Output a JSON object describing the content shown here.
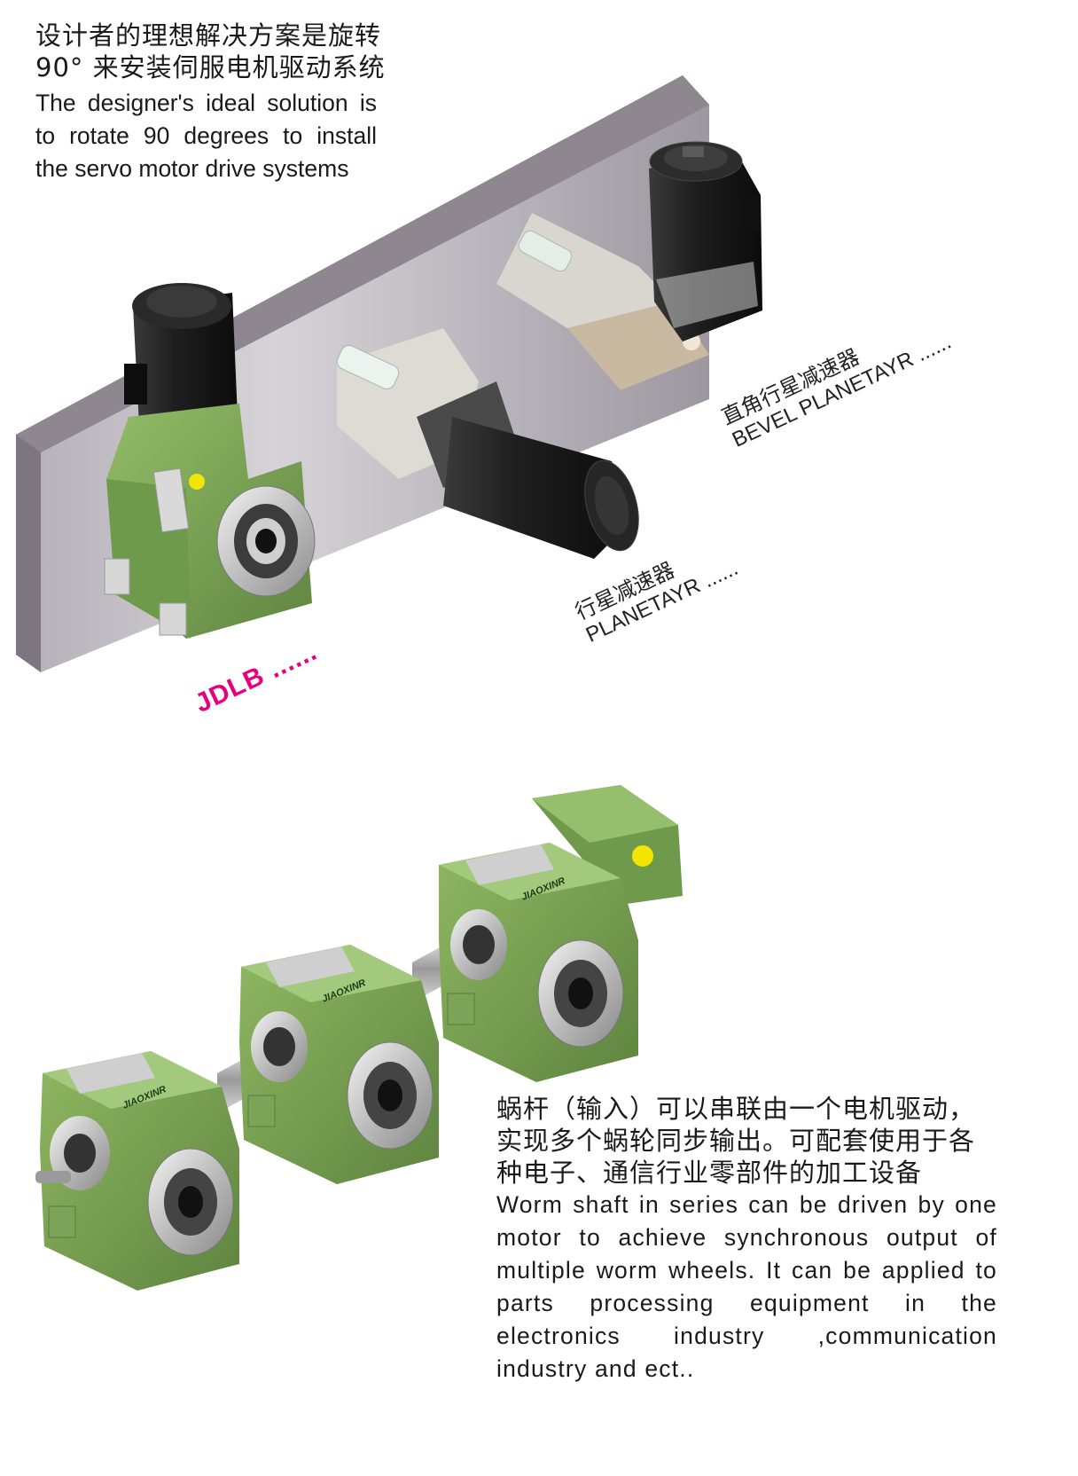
{
  "top": {
    "zh_lines": [
      "设计者的理想解决方案是旋转",
      "90° 来安装伺服电机驱动系统"
    ],
    "en_text": "The designer's ideal solution is to rotate 90 degrees to install the servo motor drive systems"
  },
  "labels": {
    "bevel": {
      "zh": "直角行星减速器",
      "en": "BEVEL PLANETAYR ......"
    },
    "planet": {
      "zh": "行星减速器",
      "en": "PLANETAYR ......"
    },
    "jdlb": "JDLB ......"
  },
  "bottom": {
    "zh_text": "蜗杆（输入）可以串联由一个电机驱动，实现多个蜗轮同步输出。可配套使用于各种电子、通信行业零部件的加工设备",
    "en_text": "Worm shaft in series can be driven by one motor to achieve synchronous output of multiple worm wheels. It can be applied to parts processing equipment in the electronics industry ,communication industry and ect.."
  },
  "logo_text": "JIAOXINR",
  "colors": {
    "green": "#7fa856",
    "green_dark": "#5d8040",
    "magenta": "#e6007e",
    "plate": "#a8a2aa",
    "motor": "#1c1c1c",
    "yellow": "#f2e600"
  }
}
